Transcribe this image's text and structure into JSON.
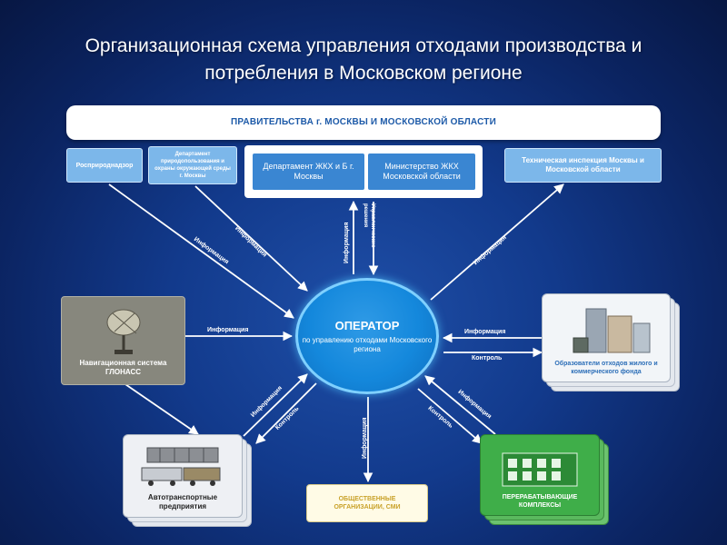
{
  "title_line1": "Организационная схема управления отходами производства и",
  "title_line2": "потребления в Московском регионе",
  "government": "ПРАВИТЕЛЬСТВА г. МОСКВЫ И МОСКОВСКОЙ ОБЛАСТИ",
  "agencies": {
    "rosprirodnadzor": "Росприроднадзор",
    "dept_nature": "Департамент природопользования и охраны окружающей среды г. Москвы",
    "dept_housing": "Департамент ЖКХ и Б г. Москвы",
    "ministry_housing": "Министерство ЖКХ Московской области",
    "tech_inspection": "Техническая инспекция Москвы и Московской области"
  },
  "operator": {
    "title": "ОПЕРАТОР",
    "subtitle": "по управлению отходами Московского региона"
  },
  "glonass": "Навигационная система ГЛОНАСС",
  "transport": "Автотранспортные предприятия",
  "public_orgs": "ОБЩЕСТВЕННЫЕ ОРГАНИЗАЦИИ, СМИ",
  "processing": "ПЕРЕРАБАТЫВАЮЩИЕ КОМПЛЕКСЫ",
  "waste_producers": "Образователи отходов жилого и коммерческого фонда",
  "edge_labels": {
    "info": "Информация",
    "control": "Контроль",
    "mgmt": "Управленческие решения"
  },
  "colors": {
    "background": "#123a8c",
    "operator": "#1488dc",
    "agency_box": "#7cb7ea",
    "dept_box": "#3a86d2",
    "processing": "#3fae49",
    "glonass": "#87877d"
  }
}
